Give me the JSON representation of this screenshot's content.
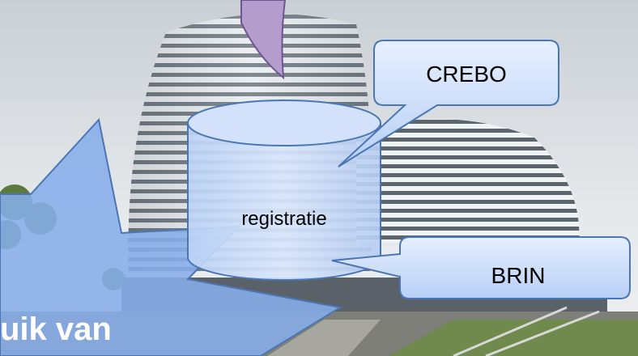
{
  "slide": {
    "cylinder_label": "registratie",
    "callout_top": "CREBO",
    "callout_bottom": "BRIN",
    "partial_text": "uik van"
  },
  "colors": {
    "callout_fill": "#c9dcf7",
    "callout_stroke": "#4a77b4",
    "big_callout_fill": "#86ade9",
    "purple_fill": "#b49ccc",
    "purple_stroke": "#6f5592"
  },
  "icons": [
    "building-photo",
    "cylinder-shape",
    "callout-shape",
    "arrow-shape"
  ]
}
